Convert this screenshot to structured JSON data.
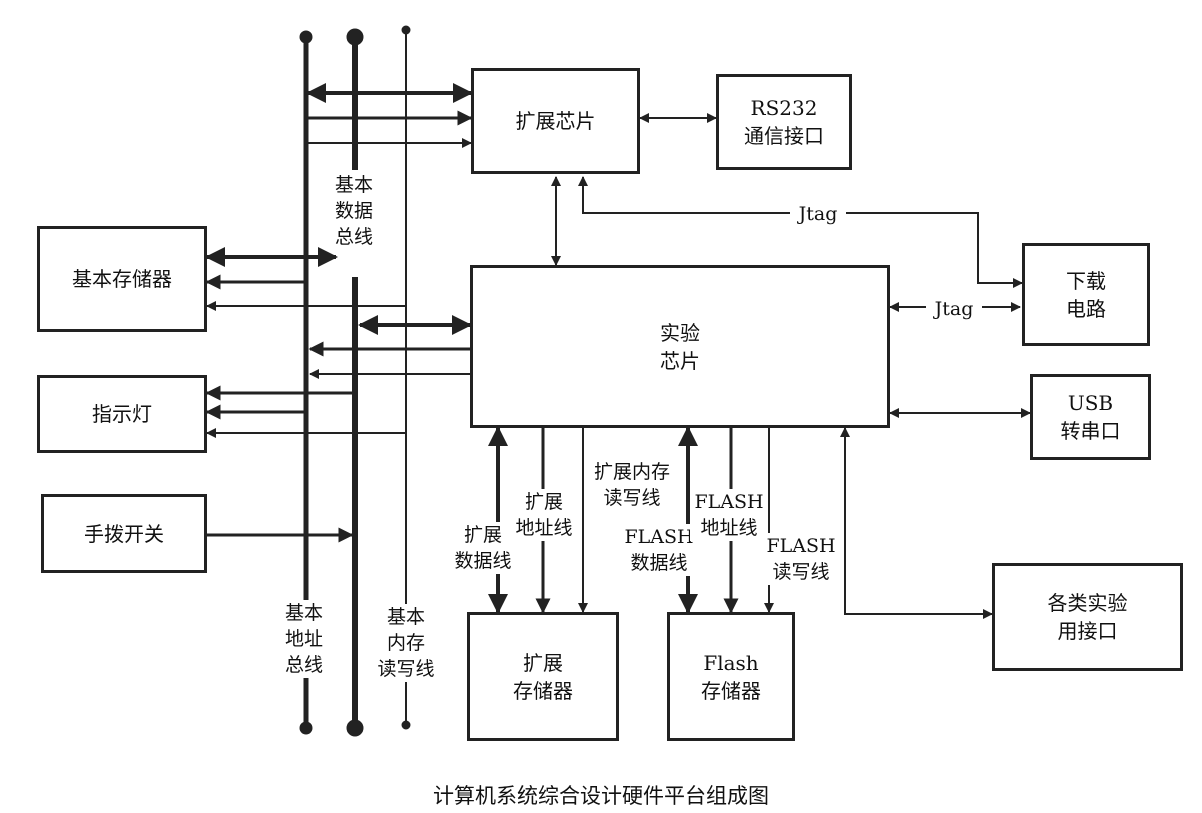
{
  "blocks": {
    "expansion_chip": "扩展芯片",
    "rs232_line1": "RS232",
    "rs232_line2": "通信接口",
    "basic_memory": "基本存储器",
    "indicator_light": "指示灯",
    "dip_switch": "手拨开关",
    "experiment_chip_line1": "实验",
    "experiment_chip_line2": "芯片",
    "download_line1": "下载",
    "download_line2": "电路",
    "usb_line1": "USB",
    "usb_line2": "转串口",
    "exp_storage_line1": "扩展",
    "exp_storage_line2": "存储器",
    "flash_storage_line1": "Flash",
    "flash_storage_line2": "存储器",
    "interfaces_line1": "各类实验",
    "interfaces_line2": "用接口"
  },
  "labels": {
    "basic_data_bus": [
      "基本",
      "数据",
      "总线"
    ],
    "basic_address_bus": [
      "基本",
      "地址",
      "总线"
    ],
    "basic_mem_rw": [
      "基本",
      "内存",
      "读写线"
    ],
    "jtag_top": "Jtag",
    "jtag_mid": "Jtag",
    "exp_data_line": [
      "扩展",
      "数据线"
    ],
    "exp_addr_line": [
      "扩展",
      "地址线"
    ],
    "exp_mem_rw": [
      "扩展内存",
      "读写线"
    ],
    "flash_data_line": [
      "FLASH",
      "数据线"
    ],
    "flash_addr_line": [
      "FLASH",
      "地址线"
    ],
    "flash_rw_line": [
      "FLASH",
      "读写线"
    ]
  },
  "caption": "计算机系统综合设计硬件平台组成图",
  "colors": {
    "line": "#222222",
    "background": "#ffffff"
  }
}
